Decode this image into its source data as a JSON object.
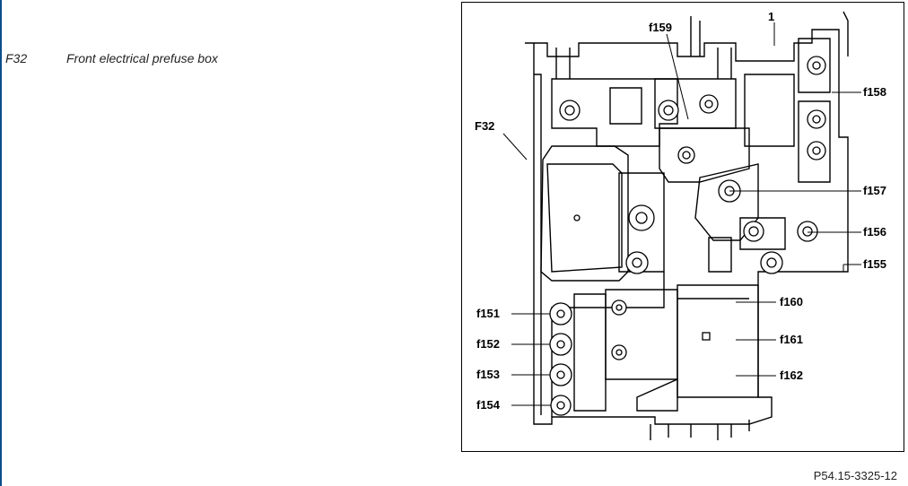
{
  "legend": {
    "code": "F32",
    "description": "Front electrical prefuse box"
  },
  "figure": {
    "reference": "P54.15-3325-12",
    "callouts": {
      "item_1": "1",
      "f32": "F32",
      "f159": "f159",
      "f158": "f158",
      "f157": "f157",
      "f156": "f156",
      "f155": "f155",
      "f160": "f160",
      "f161": "f161",
      "f162": "f162",
      "f151": "f151",
      "f152": "f152",
      "f153": "f153",
      "f154": "f154"
    }
  }
}
